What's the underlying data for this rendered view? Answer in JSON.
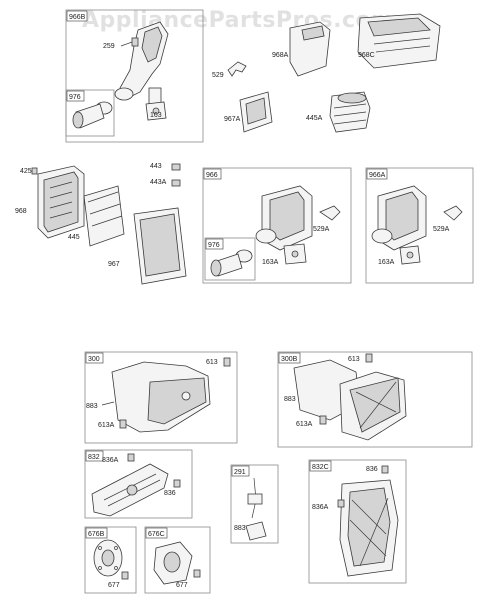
{
  "watermark": "AppliancePartsPros.com",
  "groups": {
    "g966b": "966B",
    "g976a": "976",
    "g966": "966",
    "g976b": "976",
    "g966a": "966A",
    "g300": "300",
    "g300b": "300B",
    "g832": "832",
    "g291": "291",
    "g832c": "832C",
    "g676b": "676B",
    "g676c": "676C"
  },
  "labels": {
    "p259": "259",
    "p163": "163",
    "p529": "529",
    "p968a": "968A",
    "p968c": "968C",
    "p967a": "967A",
    "p445a": "445A",
    "p425": "425",
    "p968": "968",
    "p445": "445",
    "p443": "443",
    "p443a": "443A",
    "p967": "967",
    "p529a_1": "529A",
    "p163a_1": "163A",
    "p529a_2": "529A",
    "p163a_2": "163A",
    "p613_1": "613",
    "p883_1": "883",
    "p613a_1": "613A",
    "p613_2": "613",
    "p883_2": "883",
    "p613a_2": "613A",
    "p836a_1": "836A",
    "p836_1": "836",
    "p883_3": "883",
    "p836_2": "836",
    "p836a_2": "836A",
    "p677_1": "677",
    "p677_2": "677"
  }
}
